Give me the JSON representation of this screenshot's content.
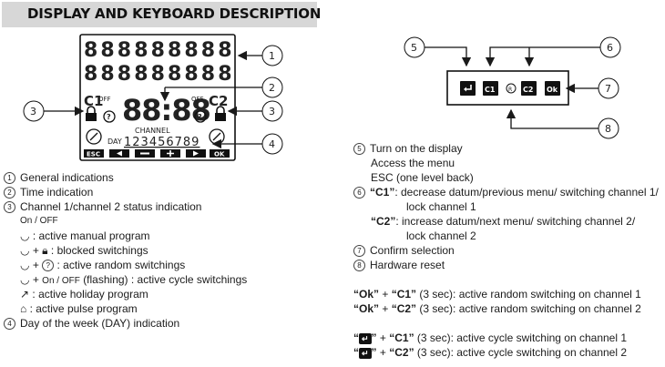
{
  "title": "DISPLAY AND KEYBOARD DESCRIPTION",
  "display": {
    "segment_chars": "8",
    "c1_label": "C1",
    "c2_label": "C2",
    "off_label": "OFF",
    "time_digits": "88:88",
    "channel_label": "CHANNEL",
    "day_label": "DAY",
    "day_numbers": "123456789",
    "esc_key": "ESC",
    "ok_key": "OK"
  },
  "callouts": {
    "n1": "1",
    "n2": "2",
    "n3": "3",
    "n4": "4",
    "n5": "5",
    "n6": "6",
    "n7": "7",
    "n8": "8"
  },
  "keyboard": {
    "enter_key": "↵",
    "c1_key": "C1",
    "reset_key": "R",
    "c2_key": "C2",
    "ok_key": "Ok"
  },
  "left_legend": {
    "item1": "General indications",
    "item2": "Time indication",
    "item3": "Channel 1/channel 2 status indication",
    "on_off": "On / OFF",
    "manual": ": active manual program",
    "blocked": ": blocked switchings",
    "random": ": active random switchings",
    "cycle": "(flashing) : active cycle switchings",
    "cycle_onoff": "On / OFF",
    "holiday": ": active holiday program",
    "pulse": ": active pulse program",
    "item4": "Day of the week (DAY) indication"
  },
  "right_legend": {
    "item5_line1": "Turn on the display",
    "item5_line2": "Access the menu",
    "item5_line3": "ESC (one level back)",
    "c1_quote": "“C1”",
    "c1_desc": ": decrease datum/previous menu/ switching channel 1/",
    "c1_desc2": "lock channel 1",
    "c2_quote": "“C2”",
    "c2_desc": ": increase datum/next menu/ switching channel 2/",
    "c2_desc2": "lock channel 2",
    "item7": "Confirm selection",
    "item8": "Hardware reset"
  },
  "combos": {
    "ok_quote": "“Ok”",
    "plus": " + ",
    "c1_quote": "“C1”",
    "c2_quote": "“C2”",
    "random1": " (3 sec): active random switching on channel 1",
    "random2": " (3 sec): active random switching on channel 2",
    "cycle1": " (3 sec): active cycle switching on channel 1",
    "cycle2": " (3 sec): active cycle switching on channel 2"
  }
}
